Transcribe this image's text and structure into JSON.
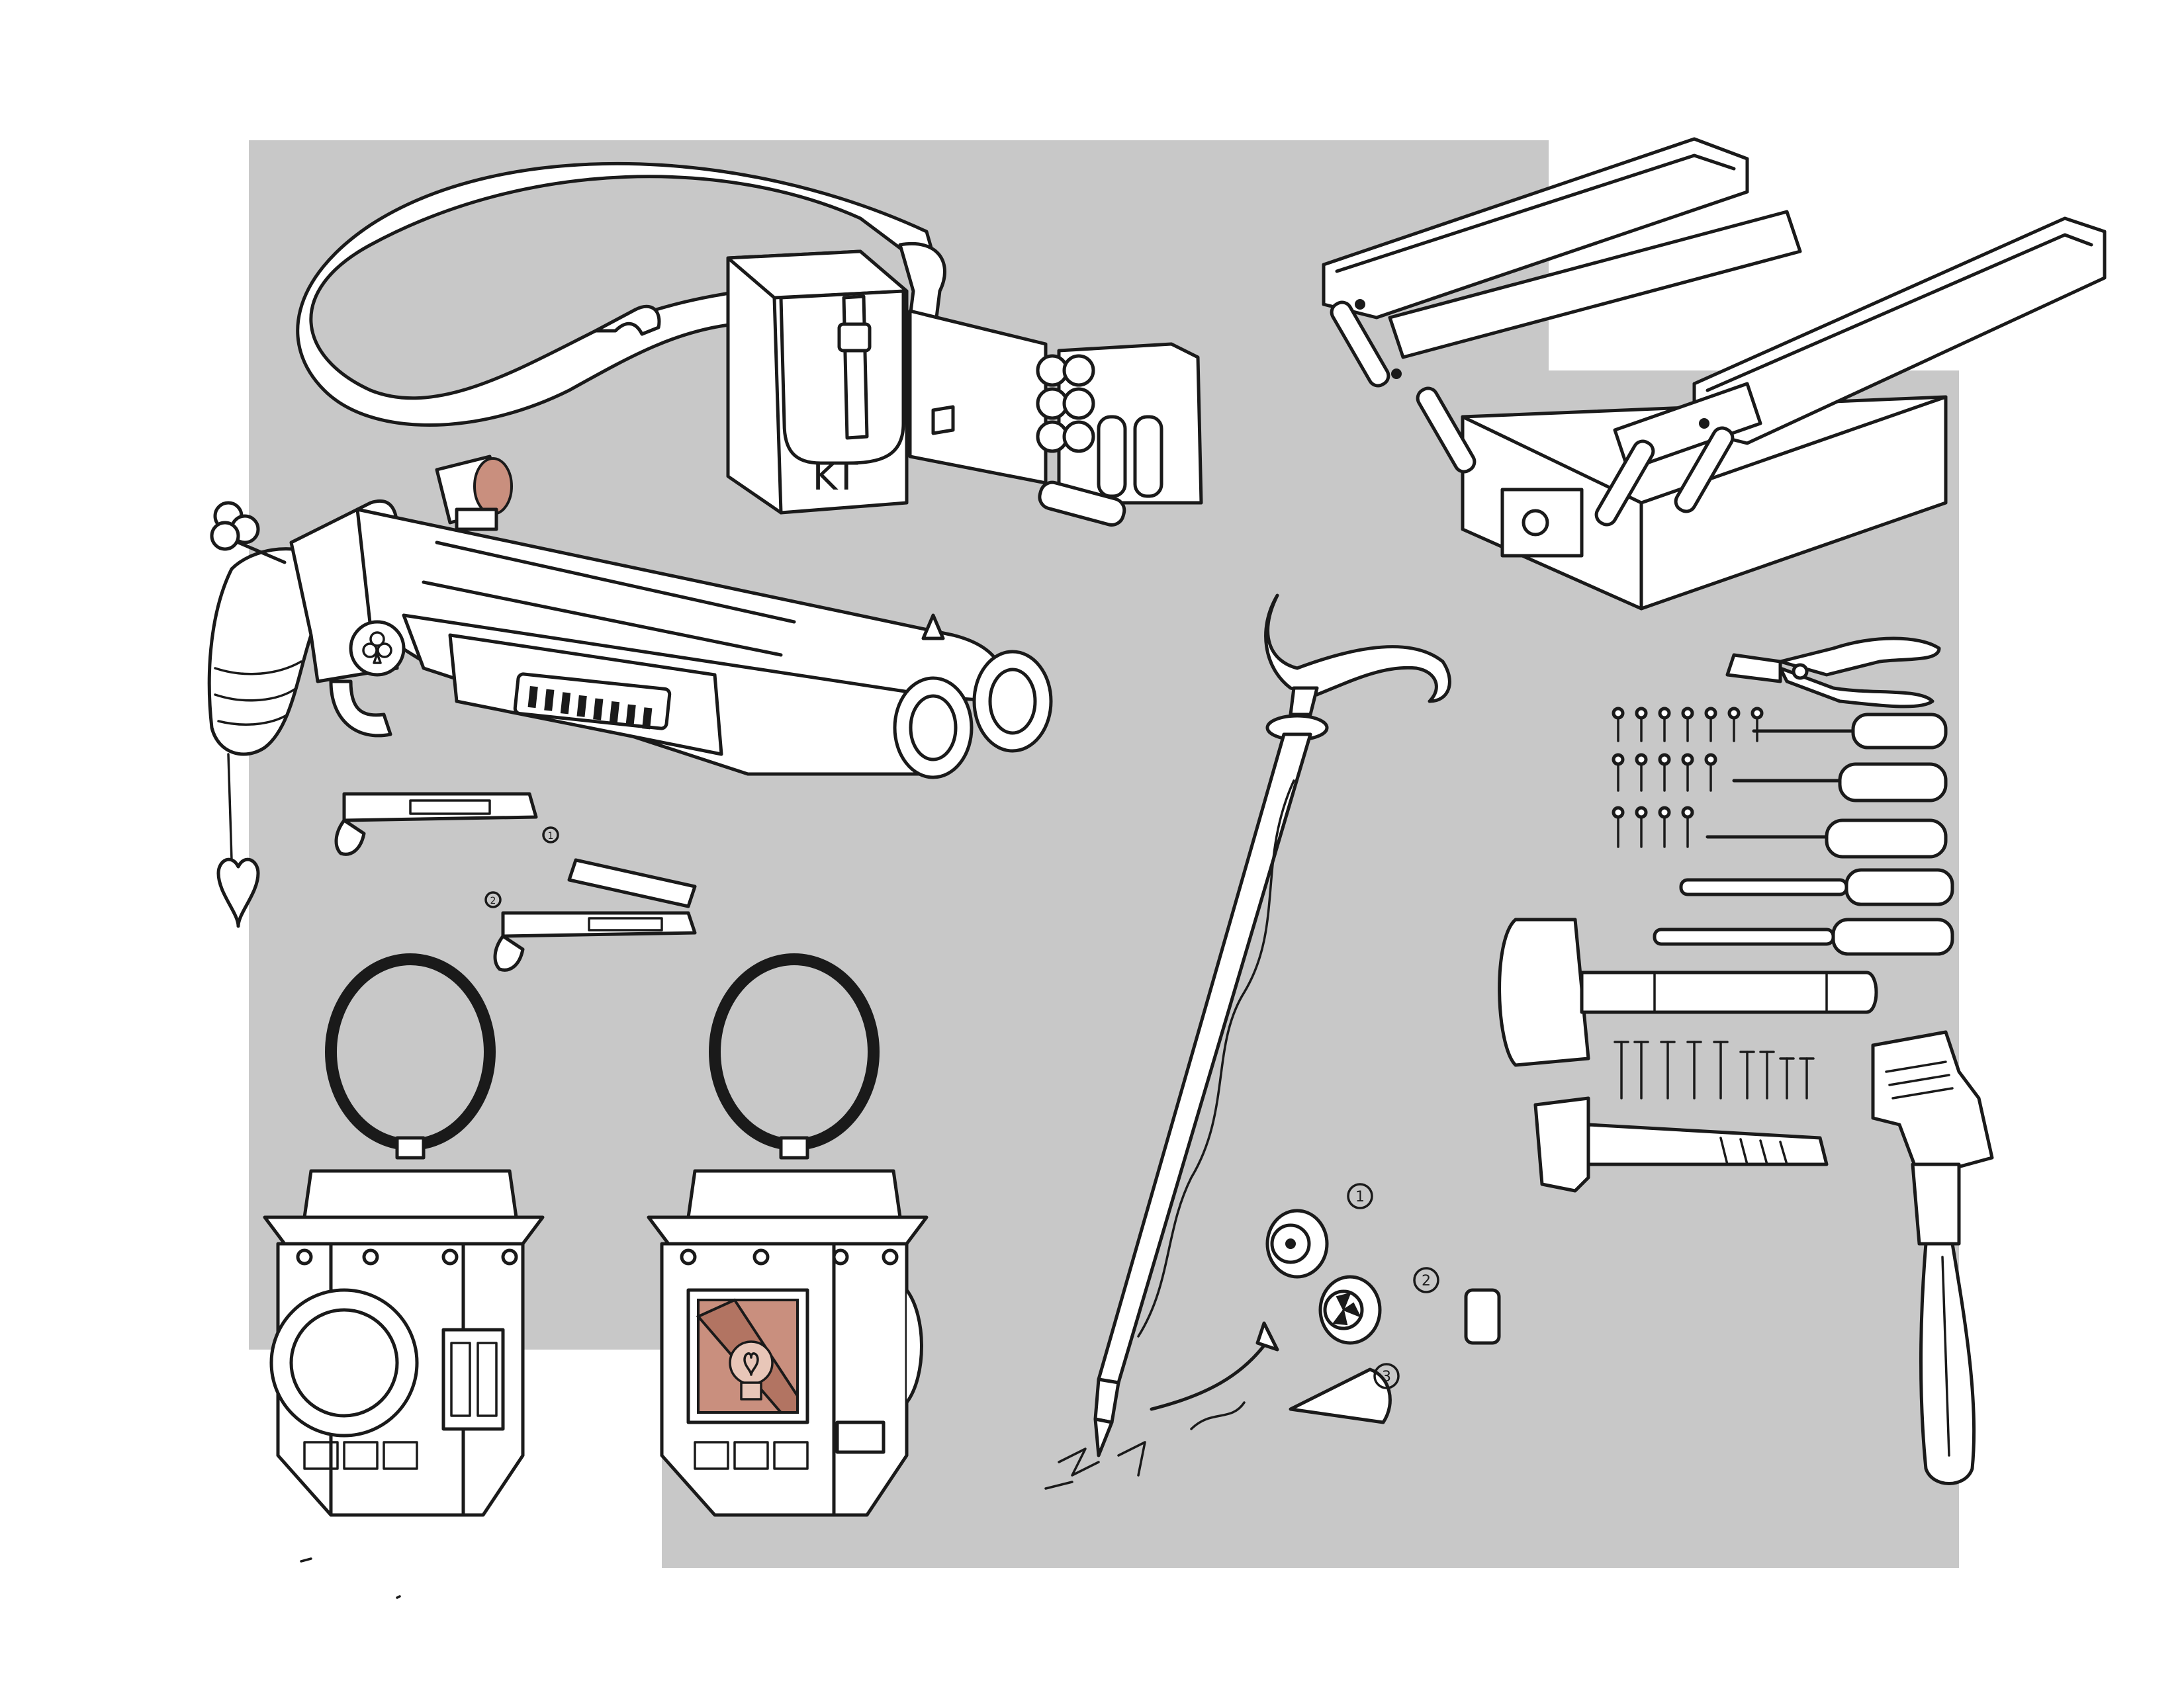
{
  "sheet": {
    "background": "#ffffff",
    "panel_color": "#c8c8c8",
    "ink_color": "#1a1a1a",
    "accent_color": "#c98f7e"
  },
  "satchel": {
    "monogram": "KT"
  },
  "cane": {
    "step_labels": [
      "1",
      "2",
      "3"
    ]
  },
  "shotgun": {
    "step_labels": [
      "1",
      "2"
    ]
  },
  "icons": [
    "club-icon",
    "lightbulb-icon",
    "heart-icon"
  ]
}
